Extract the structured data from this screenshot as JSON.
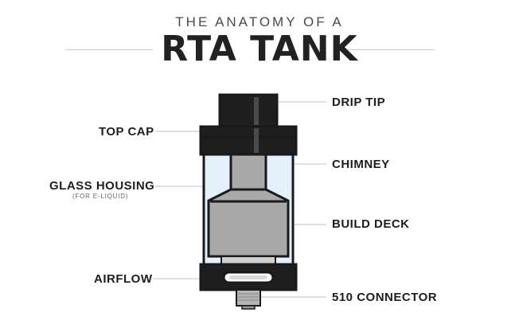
{
  "header": {
    "pretitle": "THE ANATOMY OF A",
    "title": "RTA TANK"
  },
  "labels": {
    "drip_tip": "DRIP TIP",
    "top_cap": "TOP CAP",
    "chimney": "CHIMNEY",
    "glass_housing": "GLASS HOUSING",
    "glass_housing_note": "(FOR E-LIQUID)",
    "build_deck": "BUILD DECK",
    "airflow": "AIRFLOW",
    "connector": "510 CONNECTOR"
  },
  "colors": {
    "outline": "#1a1a1a",
    "glass": "#e3f1fb",
    "metal": "#a9a9a9",
    "leader_line": "#cccccc"
  }
}
